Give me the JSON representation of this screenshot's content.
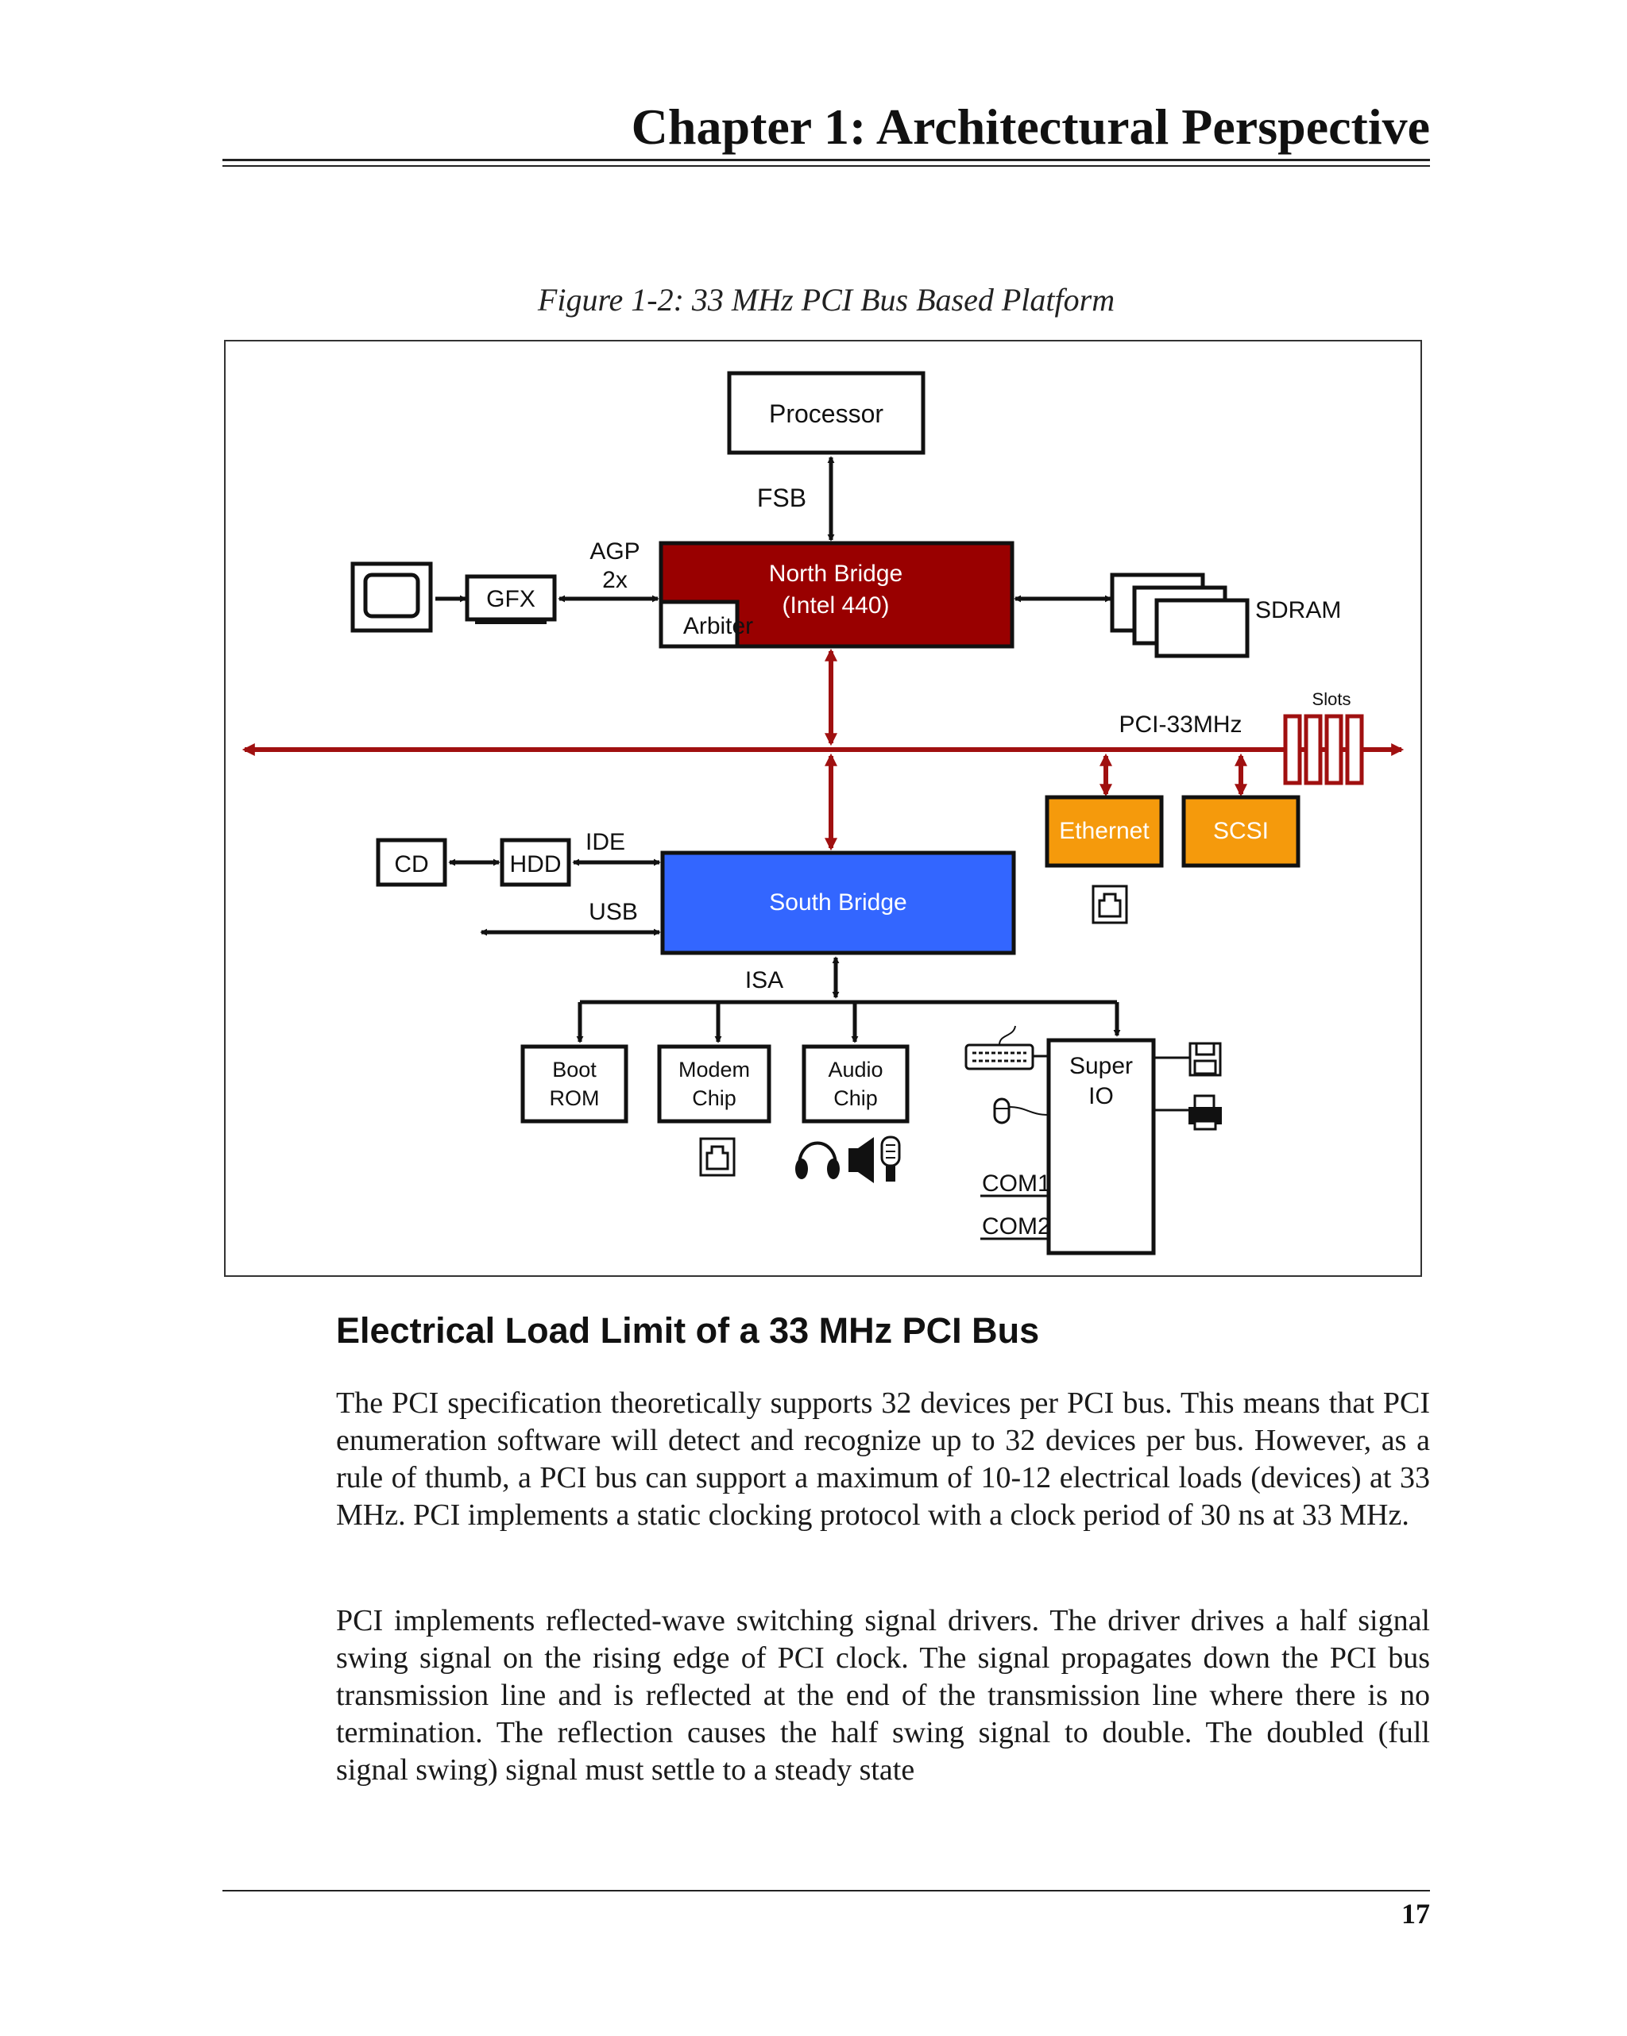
{
  "header": {
    "chapter_title": "Chapter 1: Architectural Perspective"
  },
  "figure": {
    "caption": "Figure 1-2: 33 MHz PCI Bus Based Platform",
    "labels": {
      "processor": "Processor",
      "fsb": "FSB",
      "agp": "AGP",
      "agp_speed": "2x",
      "gfx": "GFX",
      "north_bridge": "North Bridge",
      "north_bridge_chip": "(Intel 440)",
      "arbiter": "Arbiter",
      "sdram": "SDRAM",
      "slots": "Slots",
      "pci_bus": "PCI-33MHz",
      "ethernet": "Ethernet",
      "scsi": "SCSI",
      "ide": "IDE",
      "cd": "CD",
      "hdd": "HDD",
      "usb": "USB",
      "south_bridge": "South Bridge",
      "isa": "ISA",
      "boot_rom_line1": "Boot",
      "boot_rom_line2": "ROM",
      "modem_line1": "Modem",
      "modem_line2": "Chip",
      "audio_line1": "Audio",
      "audio_line2": "Chip",
      "super_io_line1": "Super",
      "super_io_line2": "IO",
      "com1": "COM1",
      "com2": "COM2"
    },
    "colors": {
      "north_bridge": "#990000",
      "pci_bus": "#a01010",
      "south_bridge": "#3366ff",
      "pci_device": "#f59a0c",
      "box_border": "#111111"
    },
    "icons": [
      "monitor-icon",
      "sdram-modules-icon",
      "pci-slots-icon",
      "rj45-jack-icon",
      "headphones-icon",
      "speaker-icon",
      "microphone-icon",
      "keyboard-icon",
      "mouse-icon",
      "floppy-drive-icon",
      "printer-icon"
    ]
  },
  "section": {
    "heading": "Electrical Load Limit of a 33 MHz PCI Bus",
    "paragraphs": [
      "The PCI specification theoretically supports 32 devices per PCI bus. This means that PCI enumeration software will detect and recognize up to 32 devices per bus. However, as a rule of thumb, a PCI bus can support a maximum of 10-12 electrical loads (devices) at 33 MHz. PCI implements a static clocking protocol with a clock period of 30 ns at 33 MHz.",
      "PCI implements reflected-wave switching signal drivers. The driver drives a half signal swing signal on the rising edge of PCI clock. The signal propagates down the PCI bus transmission line and is reflected at the end of the transmission line where there is no termination. The reflection causes the half swing signal to double. The doubled (full signal swing) signal must settle to a steady state"
    ]
  },
  "footer": {
    "page_number": "17"
  }
}
